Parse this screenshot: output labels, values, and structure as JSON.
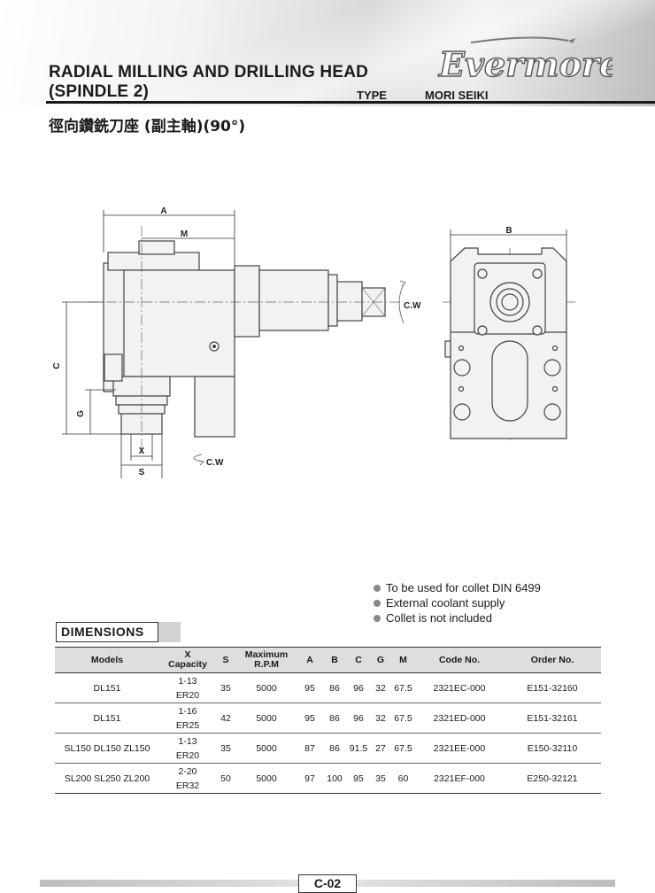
{
  "header": {
    "title_line1": "RADIAL MILLING AND DRILLING HEAD",
    "title_line2": "(SPINDLE 2)",
    "type_label": "TYPE",
    "type_value": "MORI SEIKI",
    "brand": "Evermore",
    "subtitle": "徑向鑽銑刀座 (副主軸)(90°)"
  },
  "drawing": {
    "labels": {
      "a": "A",
      "m": "M",
      "c": "C",
      "g": "G",
      "x": "X",
      "s": "S",
      "b": "B",
      "cw_side": "C.W",
      "cw_bottom": "C.W"
    }
  },
  "notes": [
    "To be used for collet DIN 6499",
    "External coolant supply",
    "Collet is not included"
  ],
  "dimensions": {
    "section_label": "DIMENSIONS",
    "headers": {
      "models": "Models",
      "x_l1": "X",
      "x_l2": "Capacity",
      "s": "S",
      "rpm_l1": "Maximum",
      "rpm_l2": "R.P.M",
      "a": "A",
      "b": "B",
      "c": "C",
      "g": "G",
      "m": "M",
      "code": "Code No.",
      "order": "Order No."
    },
    "rows": [
      {
        "models": "DL151",
        "x1": "1-13",
        "x2": "ER20",
        "s": "35",
        "rpm": "5000",
        "a": "95",
        "b": "86",
        "c": "96",
        "g": "32",
        "m": "67.5",
        "code": "2321EC-000",
        "order": "E151-32160"
      },
      {
        "models": "DL151",
        "x1": "1-16",
        "x2": "ER25",
        "s": "42",
        "rpm": "5000",
        "a": "95",
        "b": "86",
        "c": "96",
        "g": "32",
        "m": "67.5",
        "code": "2321ED-000",
        "order": "E151-32161"
      },
      {
        "models": "SL150  DL150  ZL150",
        "x1": "1-13",
        "x2": "ER20",
        "s": "35",
        "rpm": "5000",
        "a": "87",
        "b": "86",
        "c": "91.5",
        "g": "27",
        "m": "67.5",
        "code": "2321EE-000",
        "order": "E150-32110"
      },
      {
        "models": "SL200  SL250  ZL200",
        "x1": "2-20",
        "x2": "ER32",
        "s": "50",
        "rpm": "5000",
        "a": "97",
        "b": "100",
        "c": "95",
        "g": "35",
        "m": "60",
        "code": "2321EF-000",
        "order": "E250-32121"
      }
    ]
  },
  "footer": {
    "page": "C-02"
  }
}
